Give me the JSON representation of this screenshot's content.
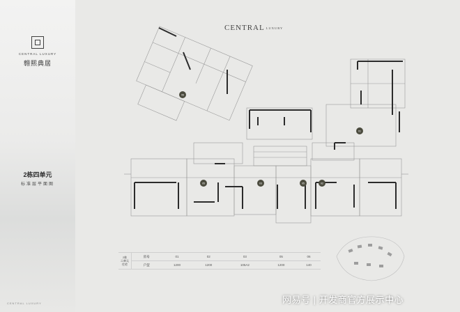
{
  "brand": {
    "english": "CENTRAL LUXURY",
    "chinese": "翱熙典居"
  },
  "header": {
    "central": "CENTRAL",
    "luxury": "LUXURY"
  },
  "unit": {
    "title": "2栋四单元",
    "subtitle": "标准层平面图"
  },
  "room_labels": [
    "06",
    "05",
    "03",
    "05",
    "02",
    "01"
  ],
  "table": {
    "row_header": "2栋\n二单元\n住宅",
    "label_number": "房号",
    "label_type": "户型",
    "columns": [
      {
        "num": "01",
        "type": "1200"
      },
      {
        "num": "02",
        "type": "1200"
      },
      {
        "num": "03",
        "type": "105A2"
      },
      {
        "num": "05",
        "type": "1200"
      },
      {
        "num": "06",
        "type": "140"
      }
    ]
  },
  "footer_note": "CENTRAL LUXURY",
  "watermark": "网易号 | 开发商官方展示中心",
  "colors": {
    "background": "#e9e9e7",
    "wall": "#2b2b2b",
    "room_badge": "#4b4b3e"
  }
}
